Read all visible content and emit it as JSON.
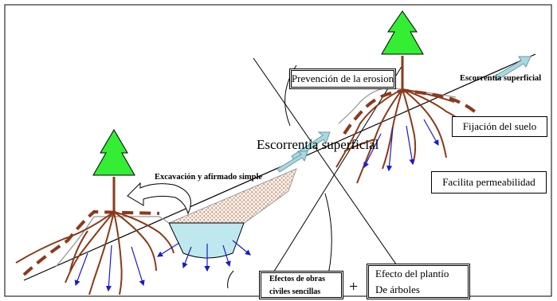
{
  "labels": {
    "runoff_top": "Escorrentía superficial",
    "runoff_mid": "Escorrentía superficial",
    "excavation": "Excavación y afirmado simple",
    "erosion": "Prevención de la erosion",
    "soil": "Fijación del suelo",
    "permeability": "Facilita permeabilidad",
    "civil_line1": "Efectos de obras",
    "civil_line2": "civiles sencillas",
    "plus": "+",
    "planting_line1": "Efecto del plantío",
    "planting_line2": "De árboles"
  },
  "colors": {
    "tree": "#33ee33",
    "root": "#8b3a1a",
    "water_arrow": "#1a1acc",
    "runoff_arrow": "#a8d8e0",
    "pond": "#bfe8ee",
    "fill": "#c8906a",
    "ground": "#000000"
  }
}
